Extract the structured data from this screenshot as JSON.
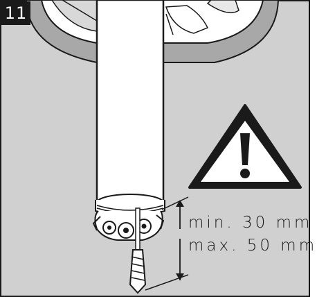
{
  "step": {
    "number": "11"
  },
  "measurements": {
    "min_label": "min. 30 mm",
    "max_label": "max. 50 mm"
  },
  "icons": {
    "warning": "warning-triangle-icon"
  },
  "colors": {
    "background_gray": "#d0d0d0",
    "outline": "#1a1a1a",
    "tube": "#ffffff",
    "warning_fill": "#1a1a1a"
  }
}
